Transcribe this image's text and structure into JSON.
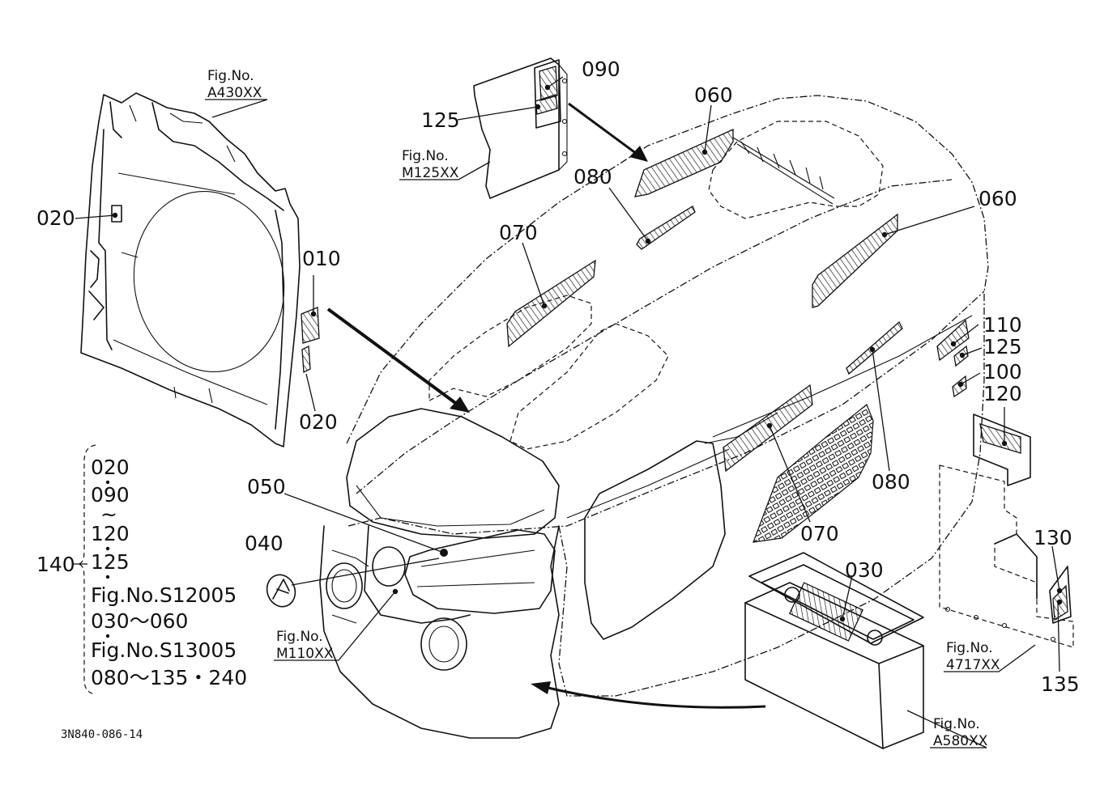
{
  "diagram": {
    "code": "3N840-086-14",
    "callouts": {
      "c090": "090",
      "c125_top": "125",
      "c060_top": "060",
      "c080_top": "080",
      "c060_right": "060",
      "c070_top": "070",
      "c020_left": "020",
      "c010": "010",
      "c020_mid": "020",
      "c110": "110",
      "c125_right": "125",
      "c100": "100",
      "c120": "120",
      "c080_right": "080",
      "c070_bottom": "070",
      "c050": "050",
      "c040": "040",
      "c030": "030",
      "c130": "130",
      "c135": "135",
      "c140": "140"
    },
    "figure_refs": {
      "a430": {
        "label": "Fig.No.",
        "code": "A430XX"
      },
      "m125": {
        "label": "Fig.No.",
        "code": "M125XX"
      },
      "m110": {
        "label": "Fig.No.",
        "code": "M110XX"
      },
      "a4717": {
        "label": "Fig.No.",
        "code": "4717XX"
      },
      "a580": {
        "label": "Fig.No.",
        "code": "A580XX"
      }
    },
    "set_140": {
      "line1": "020",
      "line2": "090",
      "line3": "~",
      "line4": "120",
      "line5": "125",
      "line6": "Fig.No.S12005",
      "line7": "030～060",
      "line8": "Fig.No.S13005",
      "line9": "080～135・240"
    }
  }
}
